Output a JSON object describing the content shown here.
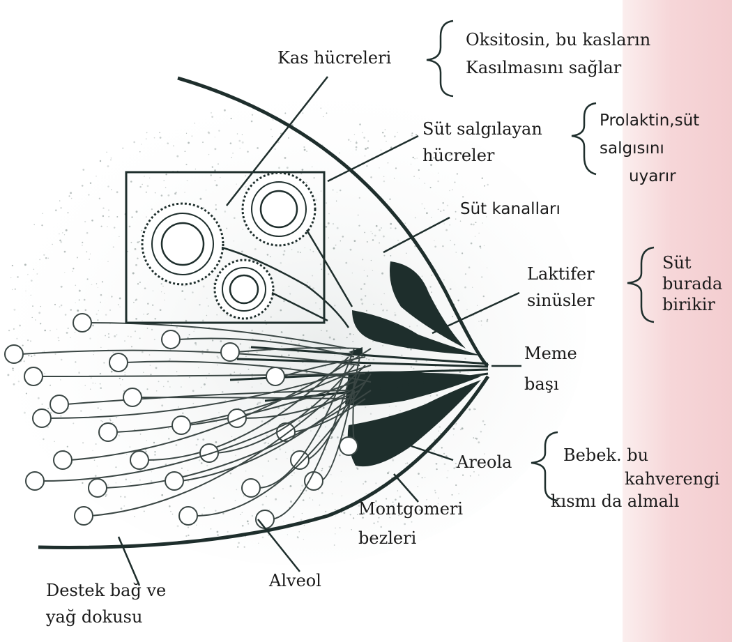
{
  "labels": {
    "kas_hucreleri": "Kas hücreleri",
    "oksitosin_1": "Oksitosin, bu kasların",
    "oksitosin_2": "Kasılmasını sağlar",
    "sut_salgilayan_1": "Süt salgılayan",
    "sut_salgilayan_2": "hücreler",
    "prolaktin_1": "Prolaktin,süt",
    "prolaktin_2": "salgısını",
    "prolaktin_3": "uyarır",
    "sut_kanallari": "Süt kanalları",
    "laktifer_1": "Laktifer",
    "laktifer_2": "sinüsler",
    "sut_birikir_1": "Süt",
    "sut_birikir_2": "burada",
    "sut_birikir_3": "birikir",
    "meme_basi_1": "Meme",
    "meme_basi_2": "başı",
    "areola": "Areola",
    "bebek_1": "Bebek. bu",
    "bebek_2": "kahverengi",
    "bebek_3": "kısmı da almalı",
    "montgomeri_1": "Montgomeri",
    "montgomeri_2": "bezleri",
    "alveol": "Alveol",
    "destek_1": "Destek bağ ve",
    "destek_2": "yağ dokusu"
  },
  "colors": {
    "ink": "#1e2e2c",
    "side_band": "#f3cdd0",
    "stipple": "#8a9694"
  }
}
